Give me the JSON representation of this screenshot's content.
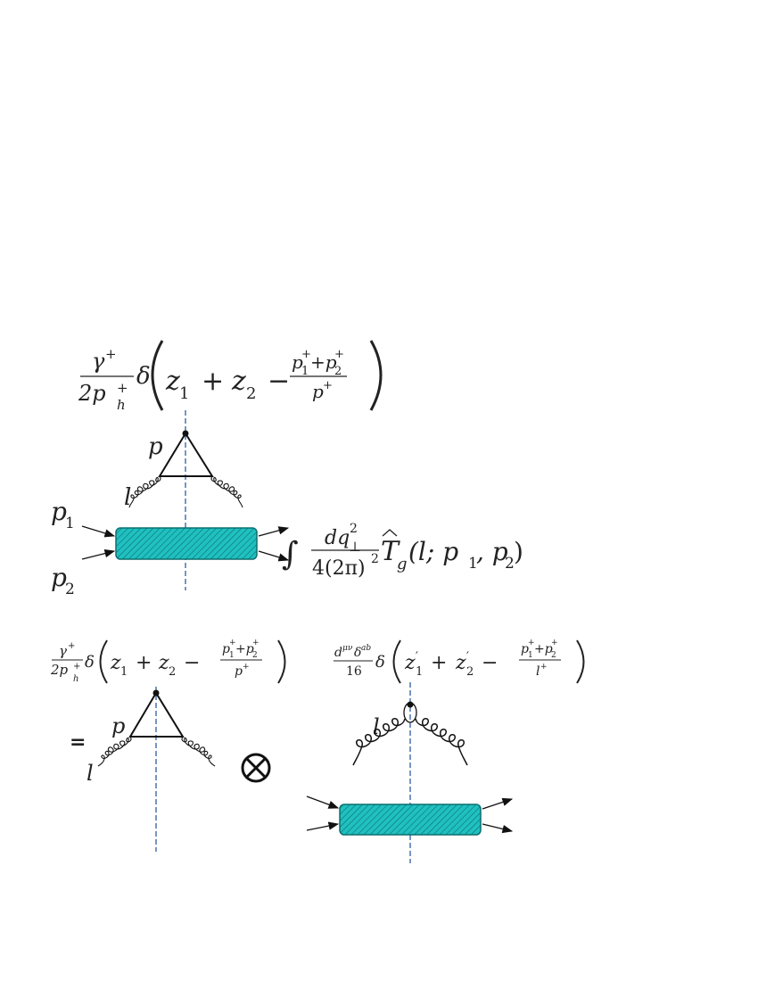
{
  "top": {
    "prefactor": {
      "num": "γ",
      "num_sup": "+",
      "den": "2p",
      "den_sub": "h",
      "den_sup": "+",
      "delta": "δ"
    },
    "arg": {
      "lhs": "z",
      "lhs_sub": "1",
      "plus": "+",
      "z2": "z",
      "z2_sub": "2",
      "minus": "−",
      "frac_num": "p",
      "frac_num_sup1": "+",
      "frac_num_sub1": "1",
      "frac_num_plus": "+p",
      "frac_num_sup2": "+",
      "frac_num_sub2": "2",
      "frac_den": "p",
      "frac_den_sup": "+"
    },
    "labels": {
      "p": "p",
      "l": "l",
      "p1": "p",
      "p1_sub": "1",
      "p2": "p",
      "p2_sub": "2"
    },
    "integral": {
      "int": "∫",
      "num": "dq",
      "num_sup": "2",
      "num_sub": "⊥",
      "den": "4(2π)",
      "den_sup": "2",
      "T": "T",
      "T_sub": "g",
      "args": "(l; p",
      "args_sub1": "1",
      "args_mid": ", p",
      "args_sub2": "2",
      "args_end": ")"
    }
  },
  "bottom": {
    "equals": "=",
    "otimes": "⊗",
    "left": {
      "prefactor_num": "γ",
      "prefactor_num_sup": "+",
      "prefactor_den": "2p",
      "prefactor_den_sub": "h",
      "prefactor_den_sup": "+",
      "delta": "δ",
      "z1": "z",
      "z1_sub": "1",
      "plus": "+",
      "z2": "z",
      "z2_sub": "2",
      "minus": "−",
      "frac_num": "p",
      "frac_num_sup1": "+",
      "frac_num_sub1": "1",
      "frac_num_plus": "+p",
      "frac_num_sup2": "+",
      "frac_num_sub2": "2",
      "frac_den": "p",
      "frac_den_sup": "+",
      "label_p": "p",
      "label_l": "l"
    },
    "right": {
      "prefactor_num": "d",
      "prefactor_num_sup": "μν",
      "prefactor_num2": "δ",
      "prefactor_num2_sup": "ab",
      "prefactor_den": "16",
      "delta": "δ",
      "z1": "z",
      "z1_prime": "′",
      "z1_sub": "1",
      "plus": "+",
      "z2": "z",
      "z2_prime": "′",
      "z2_sub": "2",
      "minus": "−",
      "frac_num": "p",
      "frac_num_sup1": "+",
      "frac_num_sub1": "1",
      "frac_num_plus": "+p",
      "frac_num_sup2": "+",
      "frac_num_sub2": "2",
      "frac_den": "l",
      "frac_den_sup": "+",
      "label_l": "l"
    }
  },
  "colors": {
    "blob_fill": "#20c0c0",
    "blob_hatch": "#0b6f6f",
    "cut_line": "#1f4f9a",
    "ink": "#222222"
  }
}
